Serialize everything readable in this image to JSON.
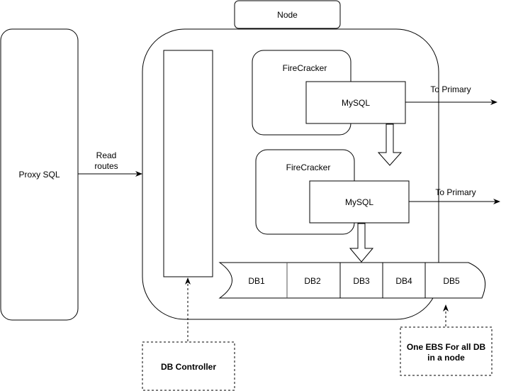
{
  "diagram": {
    "proxy": {
      "label": "Proxy SQL"
    },
    "read_routes": {
      "line1": "Read",
      "line2": "routes"
    },
    "node": {
      "label": "Node"
    },
    "firecracker_top": {
      "label": "FireCracker",
      "mysql": "MySQL",
      "to_primary": "To Primary"
    },
    "firecracker_bottom": {
      "label": "FireCracker",
      "mysql": "MySQL",
      "to_primary": "To Primary"
    },
    "storage": {
      "segments": [
        "DB1",
        "DB2",
        "DB3",
        "DB4",
        "DB5"
      ]
    },
    "db_controller": {
      "label": "DB Controller"
    },
    "ebs_note": {
      "line1": "One EBS For all DB",
      "line2": "in a node"
    }
  }
}
